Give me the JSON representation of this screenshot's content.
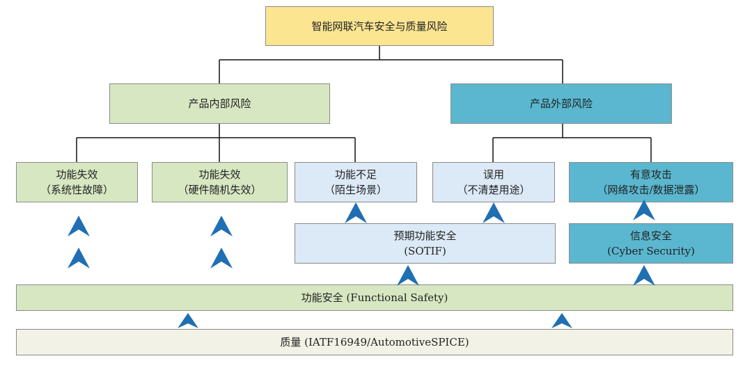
{
  "root": {
    "label": "智能网联汽车安全与质量风险"
  },
  "internal": {
    "label": "产品内部风险"
  },
  "external": {
    "label": "产品外部风险"
  },
  "leaves": [
    {
      "line1": "功能失效",
      "line2": "（系统性故障）"
    },
    {
      "line1": "功能失效",
      "line2": "（硬件随机失效）"
    },
    {
      "line1": "功能不足",
      "line2": "（陌生场景）"
    },
    {
      "line1": "误用",
      "line2": "（不清楚用途）"
    },
    {
      "line1": "有意攻击",
      "line2": "（网络攻击/数据泄露）"
    }
  ],
  "sotif": {
    "line1": "预期功能安全",
    "line2": "(SOTIF)"
  },
  "cyber": {
    "line1": "信息安全",
    "line2": "(Cyber Security)"
  },
  "functional_safety": {
    "label": "功能安全 (Functional Safety)"
  },
  "quality": {
    "label": "质量 (IATF16949/AutomotiveSPICE)"
  },
  "colors": {
    "root": "#fbe591",
    "internal": "#d7e7c2",
    "external": "#5ab7cf",
    "light_blue": "#dce9f6",
    "quality": "#f2f2e6",
    "chevron": "#1f6fb2"
  }
}
